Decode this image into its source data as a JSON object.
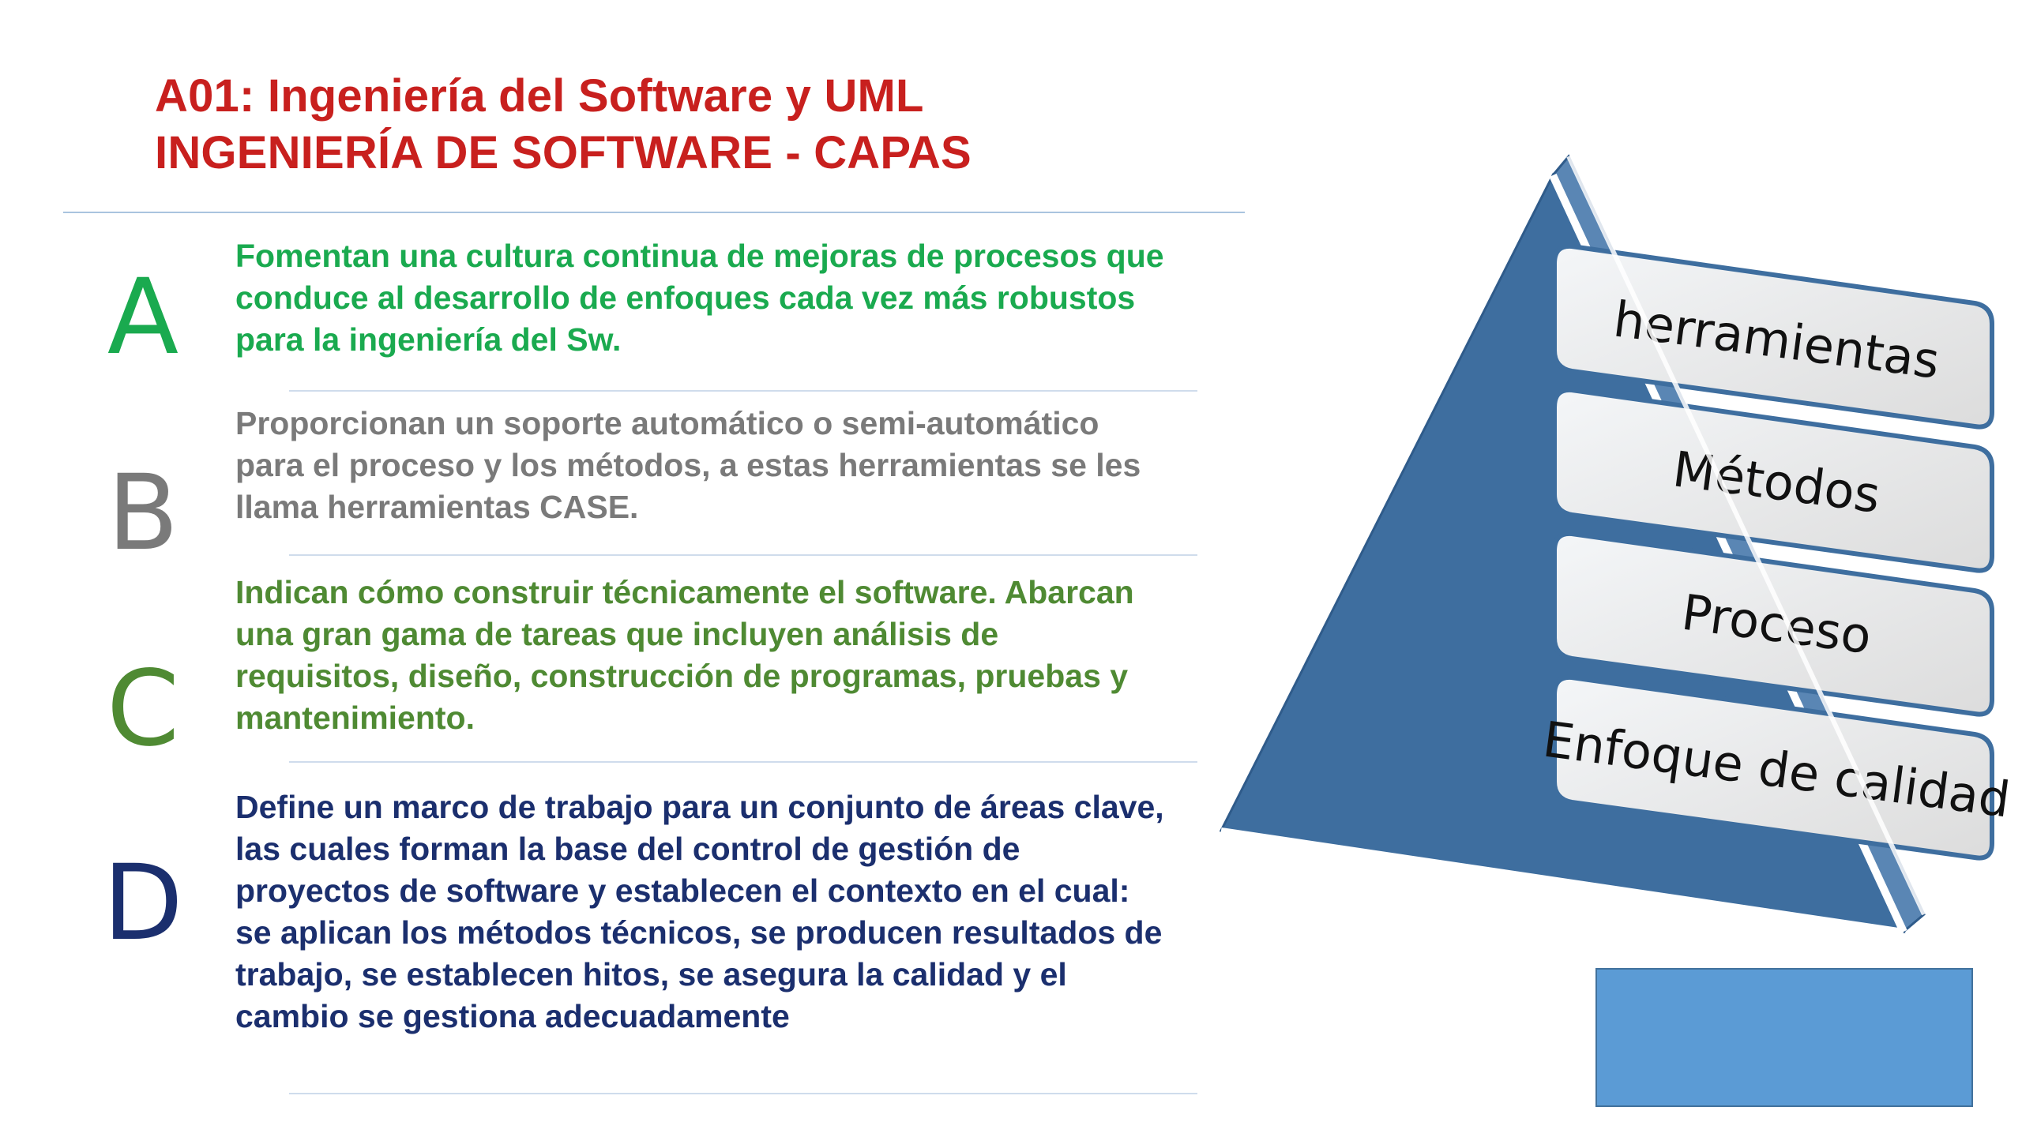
{
  "title": {
    "line1": "A01: Ingeniería del Software y UML",
    "line2": "INGENIERÍA DE SOFTWARE - CAPAS",
    "color": "#c8201e"
  },
  "items": [
    {
      "letter": "A",
      "color": "#1aaa4f",
      "text": "Fomentan una cultura continua de mejoras de procesos que conduce al desarrollo de enfoques cada vez más robustos para la ingeniería del Sw."
    },
    {
      "letter": "B",
      "color": "#7a7a7a",
      "text": "Proporcionan un soporte automático o semi-automático para el proceso y los métodos, a estas herramientas se les llama herramientas CASE."
    },
    {
      "letter": "C",
      "color": "#4f8a33",
      "text": "Indican cómo construir técnicamente el software. Abarcan una gran gama de tareas que incluyen análisis de requisitos, diseño, construcción de programas, pruebas y mantenimiento."
    },
    {
      "letter": "D",
      "color": "#1b2f6e",
      "text": "Define un marco de trabajo para un conjunto de áreas clave, las cuales forman la base del control de gestión de proyectos de software y establecen el contexto en el cual: se aplican los métodos técnicos, se producen resultados de trabajo, se establecen hitos, se asegura la calidad y el cambio se gestiona adecuadamente"
    }
  ],
  "pyramid": {
    "fill_color": "#3e6e9f",
    "layers": [
      "herramientas",
      "Métodos",
      "Proceso",
      "Enfoque de calidad"
    ]
  },
  "blue_box_color": "#5b9bd5"
}
